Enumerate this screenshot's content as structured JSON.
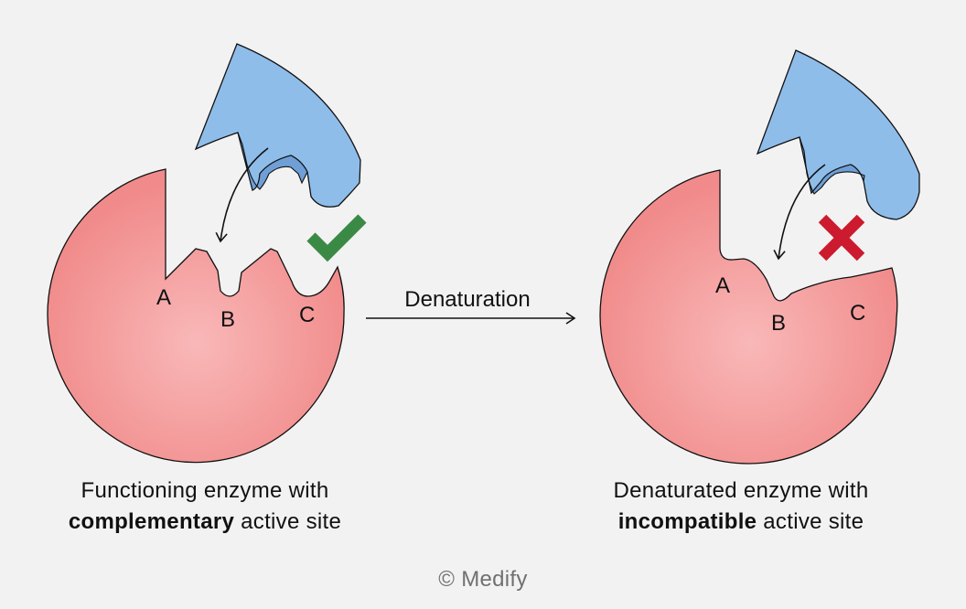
{
  "colors": {
    "background": "#f2f2f2",
    "enzyme_center": "#f9b8b8",
    "enzyme_edge": "#f18b8b",
    "substrate": "#8fbdea",
    "substrate_dark": "#6f9fd6",
    "check": "#3a8a45",
    "cross": "#cc1a2e"
  },
  "left_panel": {
    "site_labels": {
      "a": "A",
      "b": "B",
      "c": "C"
    },
    "result_icon": "check-icon",
    "caption": {
      "line1": "Functioning enzyme with",
      "bold": "complementary",
      "rest": " active site"
    }
  },
  "process_arrow": {
    "label": "Denaturation"
  },
  "right_panel": {
    "site_labels": {
      "a": "A",
      "b": "B",
      "c": "C"
    },
    "result_icon": "cross-icon",
    "caption": {
      "line1": "Denaturated enzyme with",
      "bold": "incompatible",
      "rest": " active site"
    }
  },
  "footer": {
    "copyright": "© Medify"
  }
}
